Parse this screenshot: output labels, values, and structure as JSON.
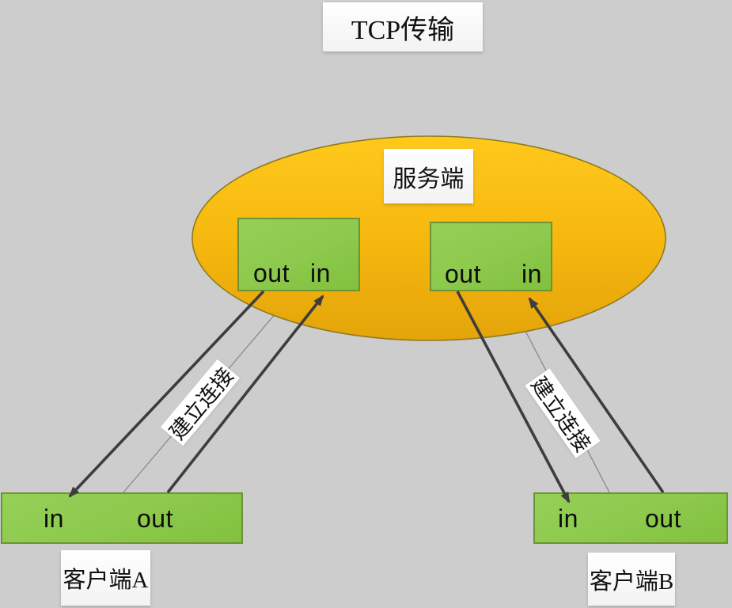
{
  "title": {
    "text": "TCP传输"
  },
  "server": {
    "label": "服务端",
    "sockets": [
      {
        "out_label": "out",
        "in_label": "in"
      },
      {
        "out_label": "out",
        "in_label": "in"
      }
    ]
  },
  "clients": [
    {
      "name": "客户端A",
      "in_label": "in",
      "out_label": "out"
    },
    {
      "name": "客户端B",
      "in_label": "in",
      "out_label": "out"
    }
  ],
  "connections": [
    {
      "label": "建立连接"
    },
    {
      "label": "建立连接"
    }
  ],
  "colors": {
    "background": "#cdcdcd",
    "ellipse_top": "#ffc91c",
    "ellipse_bottom": "#e3a40a",
    "ellipse_border": "#8f7a20",
    "box_green": "#8cc94c",
    "box_border": "#6d9434",
    "arrow": "#3d3d3d",
    "connector_line": "#8a8a8a",
    "plate": "#ffffff"
  }
}
